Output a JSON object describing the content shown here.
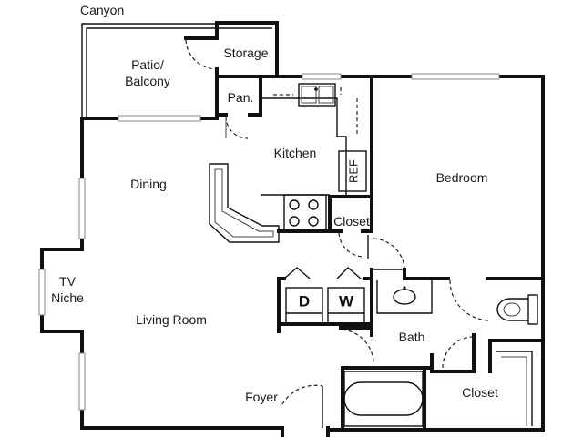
{
  "plan": {
    "outside_label": "Canyon",
    "rooms": {
      "patio_line1": "Patio/",
      "patio_line2": "Balcony",
      "storage": "Storage",
      "pantry": "Pan.",
      "kitchen": "Kitchen",
      "ref": "REF",
      "dining": "Dining",
      "bedroom": "Bedroom",
      "closet_small": "Closet",
      "tv_line1": "TV",
      "tv_line2": "Niche",
      "living": "Living Room",
      "bath": "Bath",
      "foyer": "Foyer",
      "closet_bath": "Closet"
    },
    "appliances": {
      "dryer": "D",
      "washer": "W"
    }
  }
}
